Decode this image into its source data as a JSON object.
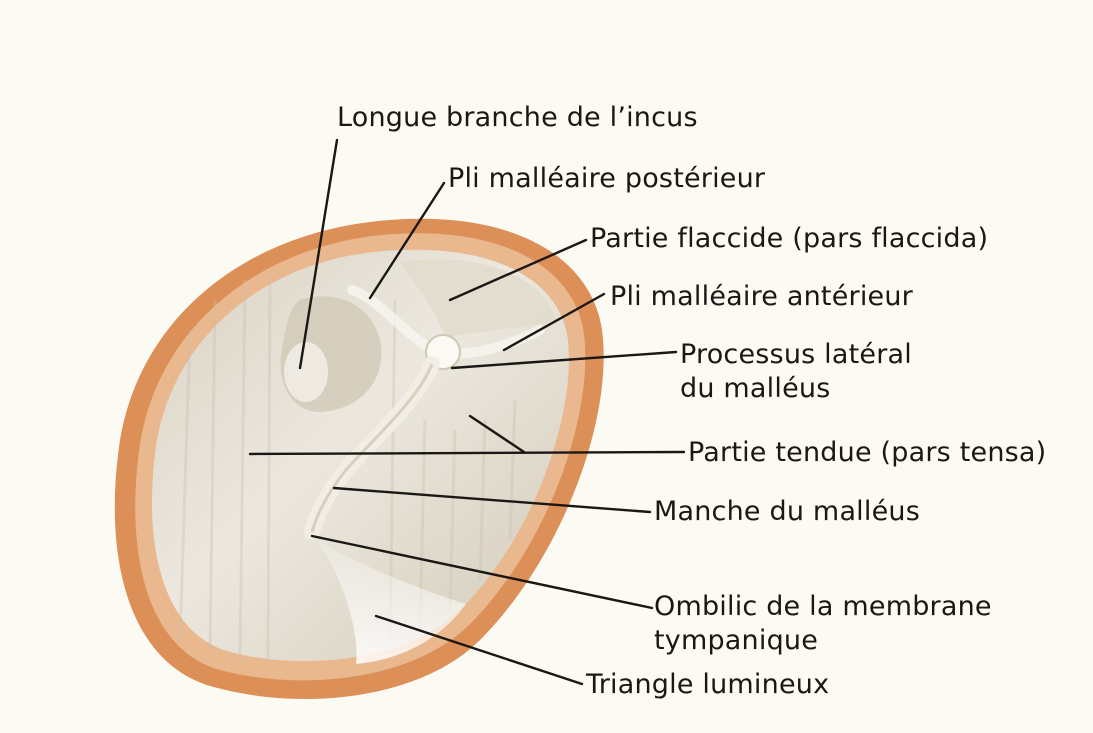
{
  "labels": {
    "longue_branche_incus": "Longue branche de l’incus",
    "pli_malleaire_posterieur": "Pli malléaire postérieur",
    "partie_flaccide": "Partie flaccide (pars flaccida)",
    "pli_malleaire_anterieur": "Pli malléaire antérieur",
    "processus_lateral_line1": "Processus latéral",
    "processus_lateral_line2": "du malléus",
    "partie_tendue": "Partie tendue (pars tensa)",
    "manche_malleus": "Manche du malléus",
    "ombilic_line1": "Ombilic de la membrane",
    "ombilic_line2": "tympanique",
    "triangle_lumineux": "Triangle lumineux"
  },
  "colors": {
    "background": "#fbfaf3",
    "rim_outer": "#d98a52",
    "rim_inner": "#e8b48a",
    "membrane": "#e6e1d6",
    "leader_line": "#1a1714"
  }
}
